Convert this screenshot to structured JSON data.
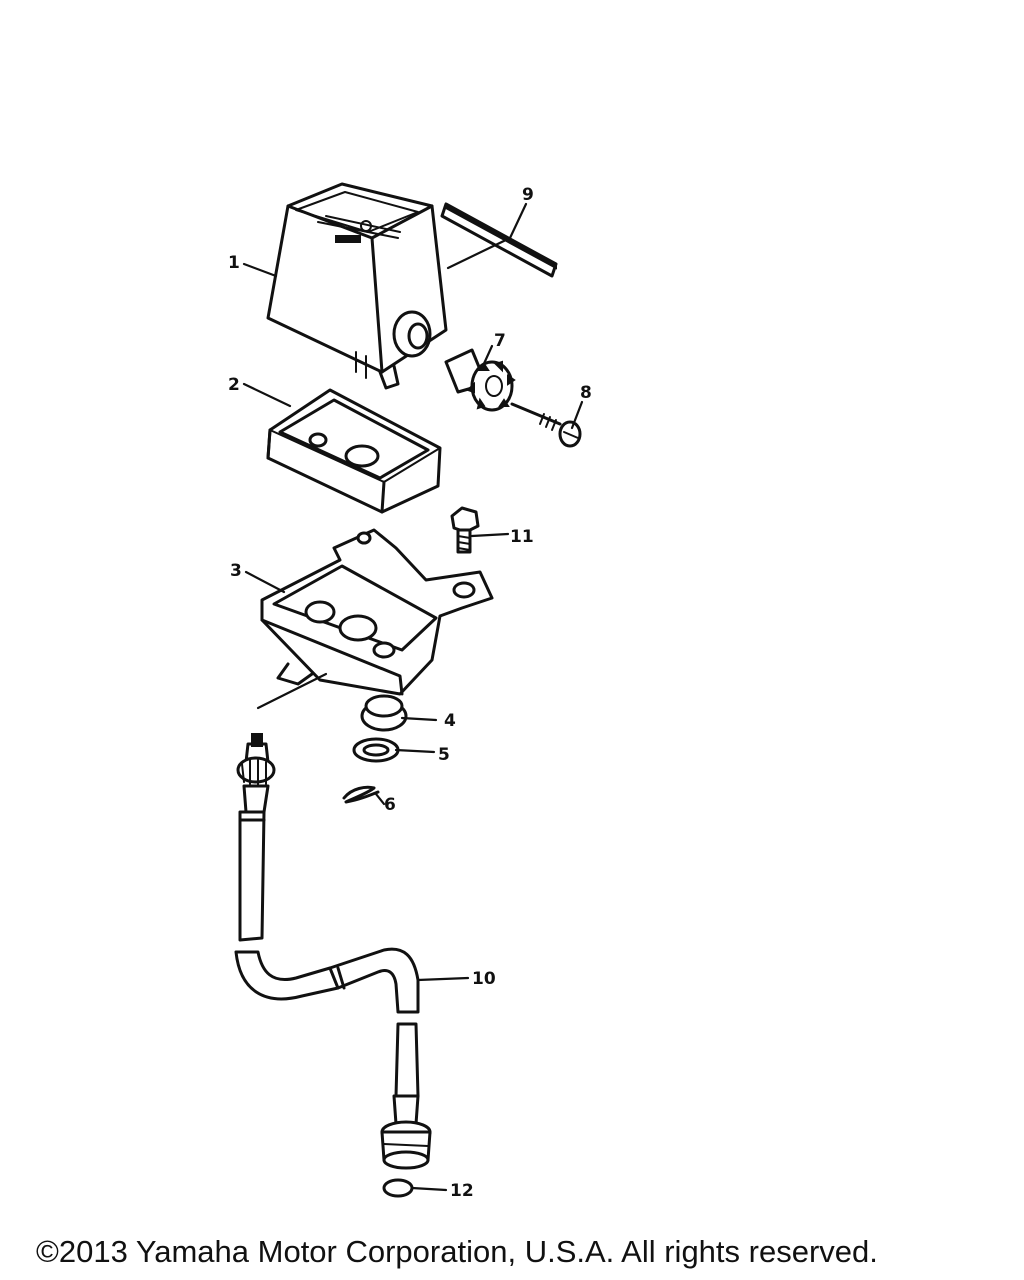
{
  "diagram": {
    "parts": [
      {
        "id": "part-1",
        "label": "1"
      },
      {
        "id": "part-2",
        "label": "2"
      },
      {
        "id": "part-3",
        "label": "3"
      },
      {
        "id": "part-4",
        "label": "4"
      },
      {
        "id": "part-5",
        "label": "5"
      },
      {
        "id": "part-6",
        "label": "6"
      },
      {
        "id": "part-7",
        "label": "7"
      },
      {
        "id": "part-8",
        "label": "8"
      },
      {
        "id": "part-9",
        "label": "9"
      },
      {
        "id": "part-10",
        "label": "10"
      },
      {
        "id": "part-11",
        "label": "11"
      },
      {
        "id": "part-12",
        "label": "12"
      }
    ]
  },
  "footer": {
    "copyright": "©2013 Yamaha Motor Corporation, U.S.A. All rights reserved."
  }
}
